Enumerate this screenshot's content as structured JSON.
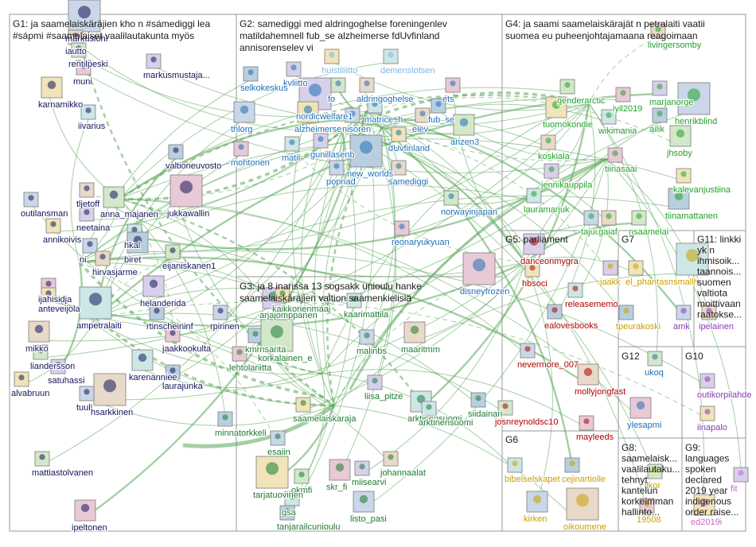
{
  "graph": {
    "groups": [
      {
        "id": "G1",
        "header": [
          "G1: ja saamelaiskäräjien kho n #sámediggi lea",
          "#sápmi #saamelaiset vaalilautakunta myös"
        ]
      },
      {
        "id": "G2",
        "header": [
          "G2: samediggi med aldringoghelse foreningenlev",
          "matildahemnell fub_se alzheimerse fdUvfinland",
          "annisorenselev vi"
        ]
      },
      {
        "id": "G3",
        "header": [
          "G3: ja 8 inarissa 13 sogsakk unioulu hanke",
          "saamelaiskäräjien valtion saamenkielisiä"
        ]
      },
      {
        "id": "G4",
        "header": [
          "G4: ja saami saamelaiskärajät n petralaiti vaatii",
          "suomea eu puheenjohtajamaana reagoimaan"
        ]
      },
      {
        "id": "G5",
        "header": [
          "G5: parliament"
        ]
      },
      {
        "id": "G6",
        "header": [
          "G6"
        ]
      },
      {
        "id": "G7",
        "header": [
          "G7"
        ]
      },
      {
        "id": "G8",
        "header": [
          "G8:",
          "saamelaisk...",
          "vaalilautaku...",
          "tehnyt",
          "kantelun",
          "korkeimman",
          "hallinto..."
        ]
      },
      {
        "id": "G9",
        "header": [
          "G9:",
          "languages",
          "spoken",
          "declared",
          "2019 year",
          "indigenous",
          "order raise..."
        ]
      },
      {
        "id": "G10",
        "header": [
          "G10"
        ]
      },
      {
        "id": "G11",
        "header": [
          "G11: linkki",
          "yk n",
          "ihmisoik...",
          "taannois...",
          "suomen",
          "valtiota",
          "moittivaan",
          "raatokse..."
        ]
      },
      {
        "id": "G12",
        "header": [
          "G12"
        ]
      }
    ],
    "nodes": [
      {
        "label": "markuslohi",
        "color": "#14145a"
      },
      {
        "label": "iautto",
        "color": "#14145a"
      },
      {
        "label": "rentilpeski",
        "color": "#14145a"
      },
      {
        "label": "muni",
        "color": "#14145a"
      },
      {
        "label": "markusmustaja...",
        "color": "#14145a"
      },
      {
        "label": "karnamikko",
        "color": "#14145a"
      },
      {
        "label": "iivarius",
        "color": "#14145a"
      },
      {
        "label": "valtioneuvosto",
        "color": "#14145a"
      },
      {
        "label": "outilansman",
        "color": "#14145a"
      },
      {
        "label": "tljetoff",
        "color": "#14145a"
      },
      {
        "label": "anna_majanen",
        "color": "#14145a"
      },
      {
        "label": "jukkawallin",
        "color": "#14145a"
      },
      {
        "label": "neetaina",
        "color": "#14145a"
      },
      {
        "label": "annikoivis",
        "color": "#14145a"
      },
      {
        "label": "hkal",
        "color": "#14145a"
      },
      {
        "label": "biret",
        "color": "#14145a"
      },
      {
        "label": "ni",
        "color": "#14145a"
      },
      {
        "label": "hirvasjarme",
        "color": "#14145a"
      },
      {
        "label": "eijaniskanen1",
        "color": "#14145a"
      },
      {
        "label": "ijahisidja",
        "color": "#14145a"
      },
      {
        "label": "helanderida",
        "color": "#14145a"
      },
      {
        "label": "anteveijola",
        "color": "#14145a"
      },
      {
        "label": "ampetralaiti",
        "color": "#14145a"
      },
      {
        "label": "rtinscheininf",
        "color": "#14145a"
      },
      {
        "label": "rpirinen",
        "color": "#14145a"
      },
      {
        "label": "mikko",
        "color": "#14145a"
      },
      {
        "label": "liandersson",
        "color": "#14145a"
      },
      {
        "label": "jaakkookulta",
        "color": "#14145a"
      },
      {
        "label": "satuhassi",
        "color": "#14145a"
      },
      {
        "label": "alvabruun",
        "color": "#14145a"
      },
      {
        "label": "karenanniee",
        "color": "#14145a"
      },
      {
        "label": "laurajunka",
        "color": "#14145a"
      },
      {
        "label": "tuuli",
        "color": "#14145a"
      },
      {
        "label": "hsarkkinen",
        "color": "#14145a"
      },
      {
        "label": "mattiastolvanen",
        "color": "#14145a"
      },
      {
        "label": "ipeltonen",
        "color": "#14145a"
      },
      {
        "label": "kvliitto",
        "color": "#1f6fb5"
      },
      {
        "label": "huistiliitto",
        "color": "#7fb7e6"
      },
      {
        "label": "demenslotsen",
        "color": "#7fb7e6"
      },
      {
        "label": "selkokeskus",
        "color": "#1f6fb5"
      },
      {
        "label": "thlorg",
        "color": "#1f6fb5"
      },
      {
        "label": "aldringoghelse",
        "color": "#1f6fb5"
      },
      {
        "label": "fo",
        "color": "#1f6fb5"
      },
      {
        "label": "ets",
        "color": "#1f6fb5"
      },
      {
        "label": "nordicwelfare1",
        "color": "#1f6fb5"
      },
      {
        "label": "alzheimerse",
        "color": "#1f6fb5"
      },
      {
        "label": "matrice_h",
        "color": "#1f6fb5"
      },
      {
        "label": "fub_se",
        "color": "#1f6fb5"
      },
      {
        "label": "nisoren",
        "color": "#1f6fb5"
      },
      {
        "label": "elev",
        "color": "#1f6fb5"
      },
      {
        "label": "anzen3",
        "color": "#1f6fb5"
      },
      {
        "label": "mohtonen",
        "color": "#1f6fb5"
      },
      {
        "label": "gunillasenb",
        "color": "#1f6fb5"
      },
      {
        "label": "dUvfinland",
        "color": "#1f6fb5"
      },
      {
        "label": "matil",
        "color": "#1f6fb5"
      },
      {
        "label": "new_worlds",
        "color": "#1f6fb5"
      },
      {
        "label": "popnad",
        "color": "#1f6fb5"
      },
      {
        "label": "samediggi",
        "color": "#1f6fb5"
      },
      {
        "label": "norwayinjapan",
        "color": "#1f6fb5"
      },
      {
        "label": "reonaryukyuan",
        "color": "#1f6fb5"
      },
      {
        "label": "arjajomppanen",
        "color": "#1e7a32"
      },
      {
        "label": "kaikkonenmaaj",
        "color": "#1e7a32"
      },
      {
        "label": "kaarimattila",
        "color": "#1e7a32"
      },
      {
        "label": "kmrnsarita",
        "color": "#1e7a32"
      },
      {
        "label": "malinbs",
        "color": "#1e7a32"
      },
      {
        "label": "maaritmm",
        "color": "#1e7a32"
      },
      {
        "label": "korkalainen_e",
        "color": "#1e7a32"
      },
      {
        "label": "lehtolariitta",
        "color": "#1e7a32"
      },
      {
        "label": "liisa_pitze",
        "color": "#1e7a32"
      },
      {
        "label": "saamelaiskaraja",
        "color": "#1e7a32"
      },
      {
        "label": "arktinensuomi",
        "color": "#1e7a32"
      },
      {
        "label": "minnatorkkeli",
        "color": "#1e7a32"
      },
      {
        "label": "esaiin",
        "color": "#1e7a32"
      },
      {
        "label": "johannaalat",
        "color": "#1e7a32"
      },
      {
        "label": "okmfi",
        "color": "#1e7a32"
      },
      {
        "label": "skr_fi",
        "color": "#1e7a32"
      },
      {
        "label": "miisearvi",
        "color": "#1e7a32"
      },
      {
        "label": "tarjatuovinen",
        "color": "#1e7a32"
      },
      {
        "label": "gsa",
        "color": "#1e7a32"
      },
      {
        "label": "tanjarailcunioulu",
        "color": "#1e7a32"
      },
      {
        "label": "listo_pasi",
        "color": "#1e7a32"
      },
      {
        "label": "livingersomby",
        "color": "#22a02a"
      },
      {
        "label": "genderarctic",
        "color": "#22a02a"
      },
      {
        "label": "iyil2019",
        "color": "#22a02a"
      },
      {
        "label": "marjanorge",
        "color": "#22a02a"
      },
      {
        "label": "tuomokondie",
        "color": "#22a02a"
      },
      {
        "label": "wikimania",
        "color": "#22a02a"
      },
      {
        "label": "ailik",
        "color": "#22a02a"
      },
      {
        "label": "henrikblind",
        "color": "#22a02a"
      },
      {
        "label": "koskiala",
        "color": "#22a02a"
      },
      {
        "label": "jhsoby",
        "color": "#22a02a"
      },
      {
        "label": "tiinasaai",
        "color": "#22a02a"
      },
      {
        "label": "jennikauppila",
        "color": "#22a02a"
      },
      {
        "label": "kalevanjustiina",
        "color": "#22a02a"
      },
      {
        "label": "lauramarjuk",
        "color": "#22a02a"
      },
      {
        "label": "tiinamattanen",
        "color": "#22a02a"
      },
      {
        "label": "tajuuso",
        "color": "#22a02a"
      },
      {
        "label": "gaiaf",
        "color": "#22a02a"
      },
      {
        "label": "nsaamelai",
        "color": "#22a02a"
      },
      {
        "label": "disneyfrozen",
        "color": "#1f6fb5"
      },
      {
        "label": "danceonmygra",
        "color": "#b00000"
      },
      {
        "label": "hbsoci",
        "color": "#b00000"
      },
      {
        "label": "releasememo",
        "color": "#b00000"
      },
      {
        "label": "ealovesbooks",
        "color": "#b00000"
      },
      {
        "label": "nevermore_007",
        "color": "#b00000"
      },
      {
        "label": "mollyjongfast",
        "color": "#b00000"
      },
      {
        "label": "josnreynoldsc10",
        "color": "#b00000"
      },
      {
        "label": "mayleeds",
        "color": "#b00000"
      },
      {
        "label": "jaakk",
        "color": "#c8a000"
      },
      {
        "label": "el_phantasmo",
        "color": "#c8a000"
      },
      {
        "label": "smallh",
        "color": "#c8a000"
      },
      {
        "label": "tpeurakoski",
        "color": "#c8a000"
      },
      {
        "label": "amk",
        "color": "#8a3ab9"
      },
      {
        "label": "ipelainen",
        "color": "#8a3ab9"
      },
      {
        "label": "ukoq",
        "color": "#1f6fb5"
      },
      {
        "label": "ylesapmi",
        "color": "#1f6fb5"
      },
      {
        "label": "outikorpilahde",
        "color": "#8a3ab9"
      },
      {
        "label": "iinapalo",
        "color": "#8a3ab9"
      },
      {
        "label": "bibelselskapet",
        "color": "#c8a000"
      },
      {
        "label": "cejinartiolle",
        "color": "#c8a000"
      },
      {
        "label": "kirken",
        "color": "#c8a000"
      },
      {
        "label": "oikoumene",
        "color": "#c8a000"
      },
      {
        "label": "likor",
        "color": "#c8a000"
      },
      {
        "label": "19508",
        "color": "#c8a000"
      },
      {
        "label": "fit",
        "color": "#cc66cc"
      },
      {
        "label": "ed2019i",
        "color": "#cc66cc"
      },
      {
        "label": "arktinensuomi",
        "color": "#1e7a32"
      },
      {
        "label": "siidainari",
        "color": "#1e7a32"
      }
    ]
  }
}
